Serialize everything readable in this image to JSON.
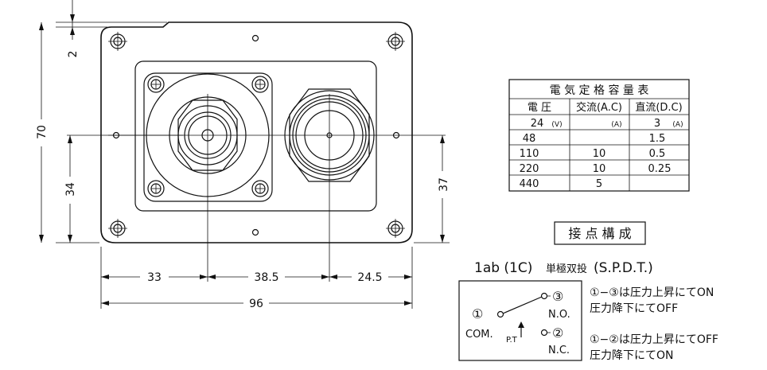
{
  "dimensions": {
    "top_offset": "2",
    "height_total": "70",
    "height_left": "34",
    "height_right": "37",
    "width_left": "33",
    "width_mid": "38.5",
    "width_right": "24.5",
    "width_total": "96"
  },
  "rating_table": {
    "title": "電 気 定 格 容 量 表",
    "headers": [
      "電 圧",
      "交流(A.C)",
      "直流(D.C)"
    ],
    "rows": [
      [
        "24",
        "",
        "3"
      ],
      [
        "48",
        "",
        "1.5"
      ],
      [
        "110",
        "10",
        "0.5"
      ],
      [
        "220",
        "10",
        "0.25"
      ],
      [
        "440",
        "5",
        ""
      ]
    ],
    "unit_v": "(V)",
    "unit_a": "(A)"
  },
  "contact": {
    "heading": "接 点 構 成",
    "config_code": "1ab (1C)",
    "config_name": "単極双投",
    "config_english": "(S.P.D.T.)",
    "terminal_1": "①",
    "terminal_2": "②",
    "terminal_3": "③",
    "label_com": "COM.",
    "label_no": "N.O.",
    "label_nc": "N.C.",
    "label_pt": "P.T",
    "note_1_line1": "①−③は圧力上昇にてON",
    "note_1_line2": "圧力降下にてOFF",
    "note_2_line1": "①−②は圧力上昇にてOFF",
    "note_2_line2": "圧力降下にてON"
  }
}
